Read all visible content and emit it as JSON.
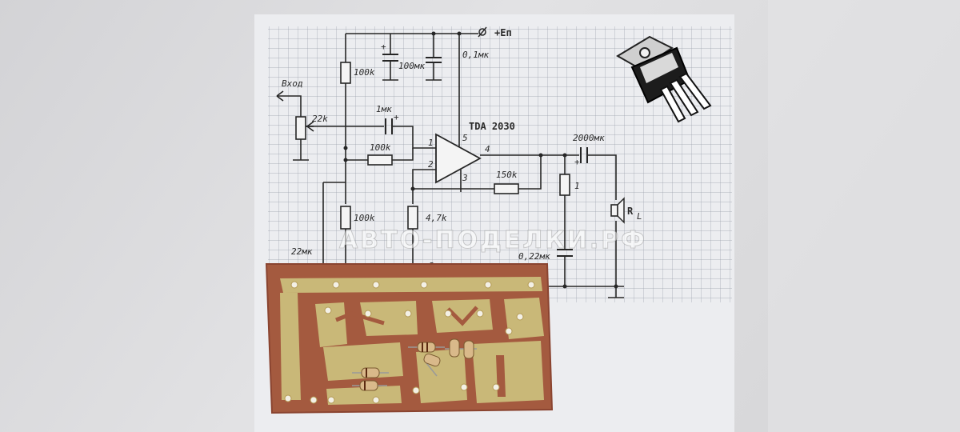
{
  "schematic": {
    "supply_label": "+Еп",
    "input_label": "Вход",
    "chip_label": "TDA 2030",
    "load_label": "R",
    "load_sub": "L",
    "pins": {
      "p1": "1",
      "p2": "2",
      "p3": "3",
      "p4": "4",
      "p5": "5"
    },
    "components": {
      "r_top": "100k",
      "c_elec_top": "100мк",
      "c_ceramic_top": "0,1мк",
      "pot": "22k",
      "c_input": "1мк",
      "r_input": "100k",
      "r_bias": "100k",
      "r_gnd": "4,7k",
      "r_fb": "150k",
      "c_out": "2000мк",
      "r_zobel": "1",
      "c_zobel": "0,22мк",
      "c_left": "22мк",
      "c_bottom_partial": "2мк"
    },
    "polarity_plus": "+"
  },
  "watermark": "АВТО-ПОДЕЛКИ.РФ",
  "colors": {
    "background": "#dcdcde",
    "paper": "#ecedf0",
    "grid": "#9aa0ab",
    "pcb": "#a45a3f",
    "copper": "#c9b878"
  }
}
